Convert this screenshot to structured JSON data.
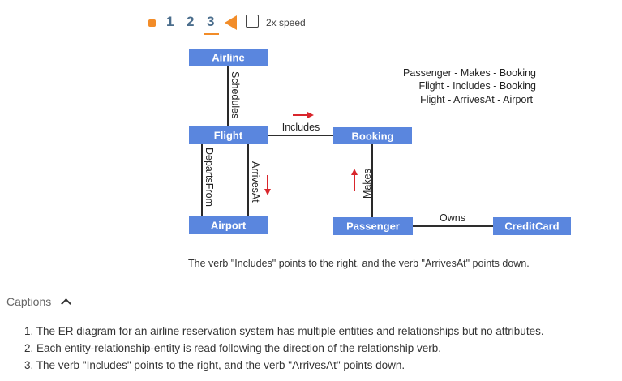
{
  "nav": {
    "steps": [
      "1",
      "2",
      "3"
    ],
    "current_step": "3",
    "speed_label": "2x speed",
    "speed_checked": false,
    "accent_color": "#f28c28"
  },
  "diagram": {
    "entities": {
      "airline": "Airline",
      "flight": "Flight",
      "airport": "Airport",
      "booking": "Booking",
      "passenger": "Passenger",
      "creditcard": "CreditCard"
    },
    "relationships": {
      "schedules": "Schedules",
      "includes": "Includes",
      "departs_from": "DepartsFrom",
      "arrives_at": "ArrivesAt",
      "makes": "Makes",
      "owns": "Owns"
    },
    "notes": [
      "Passenger - Makes - Booking",
      "Flight - Includes - Booking",
      "Flight - ArrivesAt - Airport"
    ],
    "entity_color": "#5a86de",
    "arrow_color": "#d9262c",
    "caption": "The verb \"Includes\" points to the right, and the verb \"ArrivesAt\" points down."
  },
  "captions": {
    "header": "Captions",
    "items": [
      "1. The ER diagram for an airline reservation system has multiple entities and relationships but no attributes.",
      "2. Each entity-relationship-entity is read following the direction of the relationship verb.",
      "3. The verb \"Includes\" points to the right, and the verb \"ArrivesAt\" points down."
    ]
  }
}
